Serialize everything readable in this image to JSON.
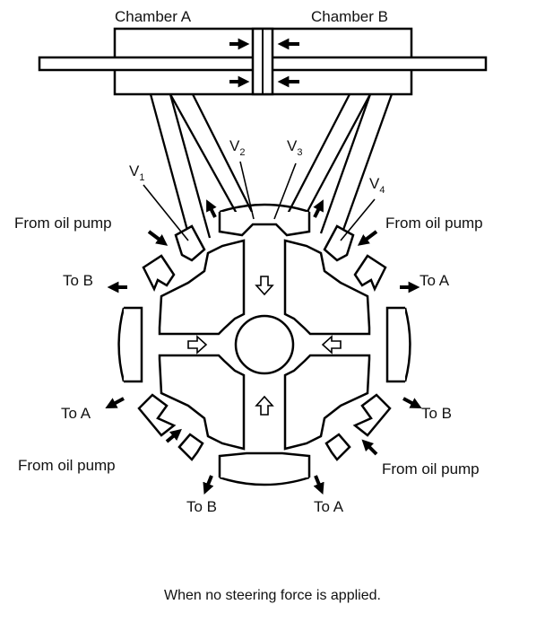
{
  "diagram": {
    "chambers": {
      "a_label": "Chamber A",
      "b_label": "Chamber B"
    },
    "valves": {
      "v1": {
        "letter": "V",
        "sub": "1"
      },
      "v2": {
        "letter": "V",
        "sub": "2"
      },
      "v3": {
        "letter": "V",
        "sub": "3"
      },
      "v4": {
        "letter": "V",
        "sub": "4"
      }
    },
    "ports": {
      "pump_top_left": "From oil pump",
      "pump_top_right": "From oil pump",
      "pump_bottom_left": "From oil pump",
      "pump_bottom_right": "From oil pump",
      "to_b_upper_left": "To B",
      "to_a_upper_right": "To A",
      "to_a_lower_left": "To A",
      "to_b_lower_right": "To B",
      "to_b_bottom": "To B",
      "to_a_bottom": "To A"
    },
    "caption": "When no steering force is applied."
  }
}
